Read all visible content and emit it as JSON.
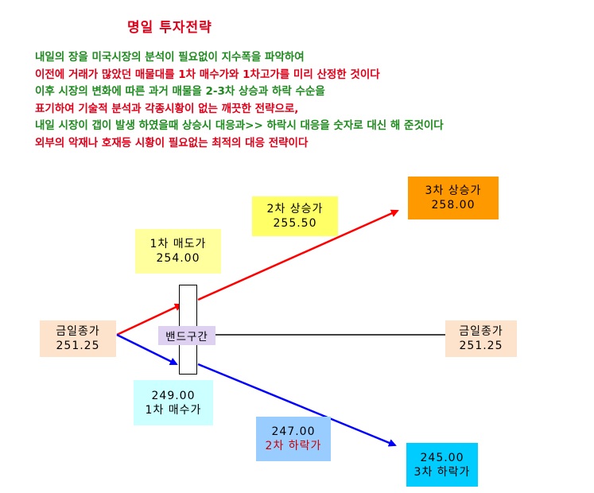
{
  "title": "명일 투자전략",
  "description": [
    {
      "text": "내일의 장을 미국시장의 분석이 필요없이 지수폭을 파악하여",
      "color": "green"
    },
    {
      "text": "이전에 거래가 많았던 매물대를 1차 매수가와 1차고가를 미리 산정한 것이다",
      "color": "red"
    },
    {
      "text": "이후 시장의 변화에 따른 과거 매물을 2-3차 상승과 하락 수순을",
      "color": "green"
    },
    {
      "text": "표기하여 기술적  분석과 각종시황이 없는 깨끗한 전략으로,",
      "color": "red"
    },
    {
      "text": "내일 시장이 갭이 발생 하였을때 상승시 대응과>> 하락시 대응을 숫자로 대신 해 준것이다",
      "color": "green"
    },
    {
      "text": "외부의 악재나 호재등  시황이 필요없는 최적의 대응 전략이다",
      "color": "red"
    }
  ],
  "boxes": {
    "close_left": {
      "line1": "금일종가",
      "line2": "251.25"
    },
    "close_right": {
      "line1": "금일종가",
      "line2": "251.25"
    },
    "sell1": {
      "line1": "1차 매도가",
      "line2": "254.00"
    },
    "rise2": {
      "line1": "2차 상승가",
      "line2": "255.50"
    },
    "rise3": {
      "line1": "3차 상승가",
      "line2": "258.00"
    },
    "buy1": {
      "line1": "249.00",
      "line2": "1차 매수가"
    },
    "fall2": {
      "line1": "247.00",
      "line2": "2차 하락가"
    },
    "fall3": {
      "line1": "245.00",
      "line2": "3차 하락가"
    },
    "band": "밴드구간"
  },
  "colors": {
    "green_text": "#1f8a1f",
    "red_text": "#e0001a",
    "close_box": "#fde3cc",
    "sell1_box": "#ffff9e",
    "rise2_box": "#ffff66",
    "rise3_box": "#ff9900",
    "buy1_box": "#ccffff",
    "fall2_box": "#99ccff",
    "fall3_box": "#00ccff",
    "band_box": "#ddd0f0",
    "rise_arrow": "#ff0000",
    "fall_arrow": "#0000ff"
  }
}
